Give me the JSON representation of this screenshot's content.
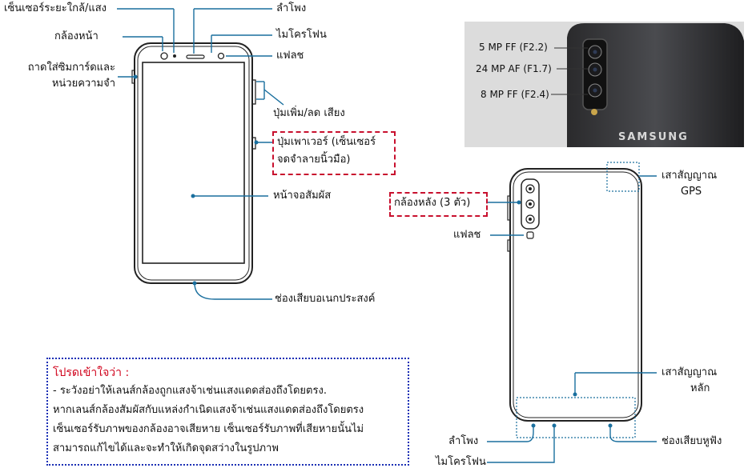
{
  "front": {
    "proximity_sensor": "เซ็นเซอร์ระยะใกล้/แสง",
    "front_camera": "กล้องหน้า",
    "sim_tray_line1": "ถาดใส่ซิมการ์ดและ",
    "sim_tray_line2": "หน่วยความจำ",
    "speaker": "ลำโพง",
    "microphone": "ไมโครโฟน",
    "flash": "แฟลช",
    "volume_key": "ปุ่มเพิ่ม/ลด เสียง",
    "power_key_line1": "ปุ่มเพาเวอร์ (เซ็นเซอร์",
    "power_key_line2": "จดจำลายนิ้วมือ)",
    "touchscreen": "หน้าจอสัมผัส",
    "multipurpose_jack": "ช่องเสียบอเนกประสงค์"
  },
  "camera_photo": {
    "cam1": "5 MP FF (F2.2)",
    "cam2": "24 MP AF (F1.7)",
    "cam3": "8 MP FF (F2.4)",
    "brand": "SAMSUNG"
  },
  "back": {
    "gps_antenna_line1": "เสาสัญญาณ",
    "gps_antenna_line2": "GPS",
    "rear_camera": "กล้องหลัง (3 ตัว)",
    "flash": "แฟลช",
    "main_antenna_line1": "เสาสัญญาณ",
    "main_antenna_line2": "หลัก",
    "speaker": "ลำโพง",
    "earpiece_jack": "ช่องเสียบหูฟัง",
    "microphone": "ไมโครโฟน"
  },
  "note": {
    "title": "โปรดเข้าใจว่า :",
    "lines": [
      "- ระวังอย่าให้เลนส์กล้องถูกแสงจ้าเช่นแสงแดดส่องถึงโดยตรง.",
      "หากเลนส์กล้องสัมผัสกับแหล่งกำเนิดแสงจ้าเช่นแสงแดดส่องถึงโดยตรง",
      "เซ็นเซอร์รับภาพของกล้องอาจเสียหาย เซ็นเซอร์รับภาพที่เสียหายนั้นไม่",
      "สามารถแก้ไขได้และจะทำให้เกิดจุดสว่างในรูปภาพ"
    ]
  },
  "colors": {
    "leader": "#1a6f9e",
    "red_dash": "#c8102e",
    "blue_dot": "#1b2fb5"
  }
}
